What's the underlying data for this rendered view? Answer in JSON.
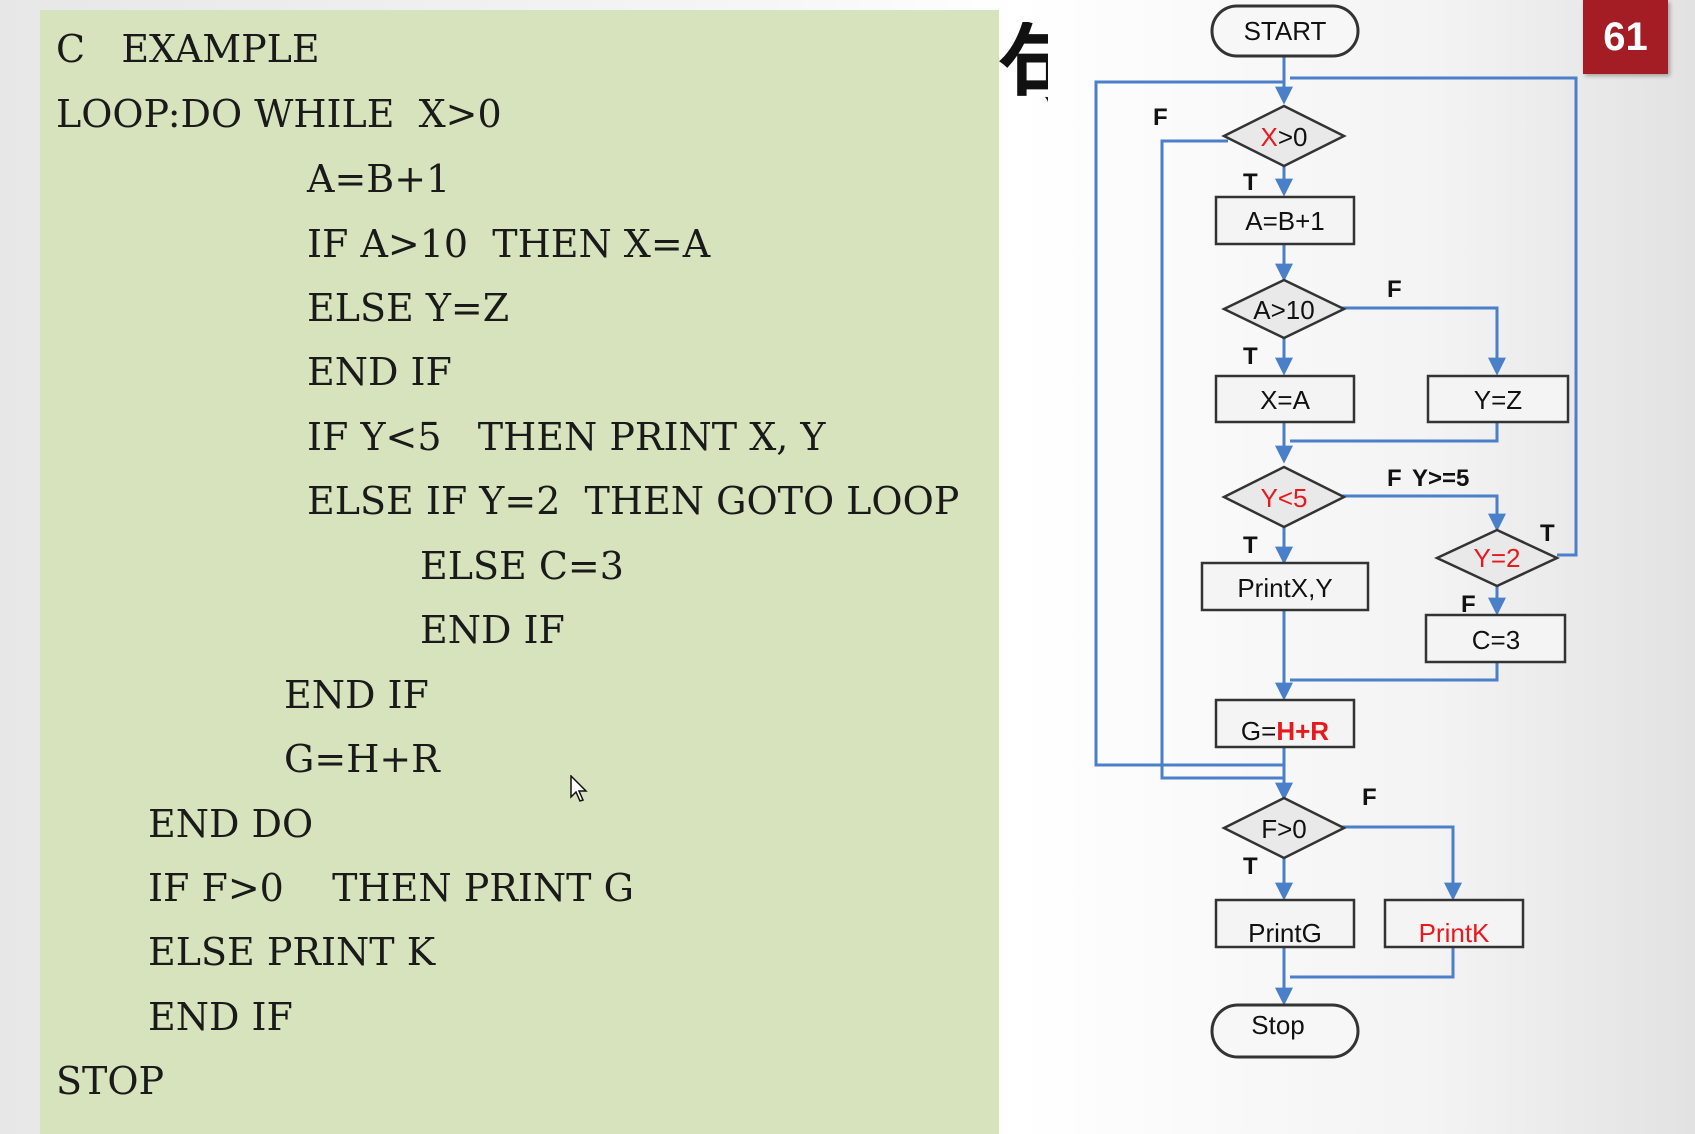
{
  "code": {
    "lines": [
      "C   EXAMPLE",
      "LOOP:DO WHILE  X>0",
      "A=B+1",
      "IF A>10  THEN X=A",
      "ELSE Y=Z",
      "END IF",
      "IF Y<5   THEN PRINT X, Y",
      "ELSE IF Y=2  THEN GOTO LOOP",
      "ELSE C=3",
      "END IF",
      "END IF",
      "G=H+R",
      "END DO",
      "IF F>0    THEN PRINT G",
      "ELSE PRINT K",
      "END IF",
      "STOP"
    ]
  },
  "slide": {
    "page_number": "61",
    "cjk_fragment": "句"
  },
  "flowchart": {
    "start": "START",
    "stop": "Stop",
    "cond_x_a": "X",
    "cond_x_b": ">0",
    "box_a": "A=B+1",
    "cond_a": "A>10",
    "box_xa": "X=A",
    "box_yz": "Y=Z",
    "cond_y5": "Y<5",
    "cond_y5_false_note": "Y>=5",
    "box_printxy": "PrintX,Y",
    "cond_y2": "Y=2",
    "box_c": "C=3",
    "box_g_a": "G=",
    "box_g_b": "H+R",
    "cond_f": "F>0",
    "box_printg": "PrintG",
    "box_printk": "PrintK",
    "label_true": "T",
    "label_false": "F",
    "colors": {
      "line": "#4a7fc9",
      "highlight": "#e8191c",
      "border": "#333333"
    }
  }
}
